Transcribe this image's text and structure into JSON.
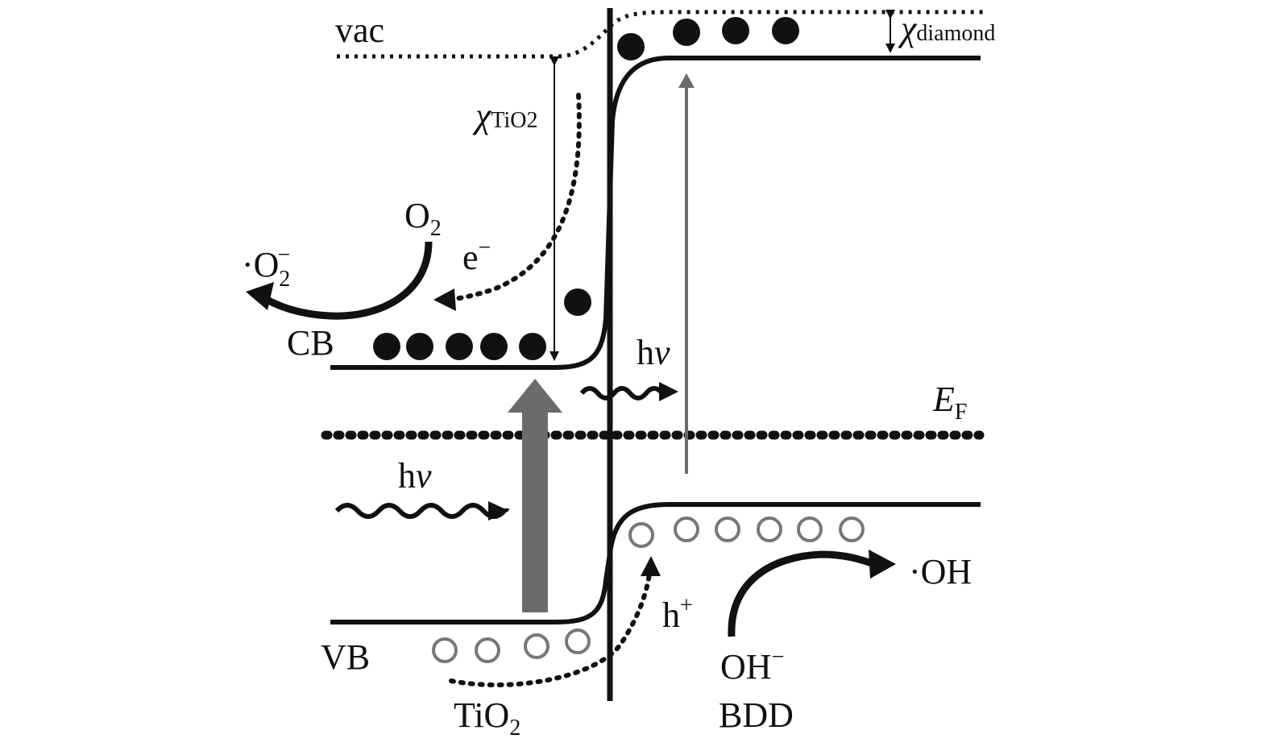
{
  "labels": {
    "vac": "vac",
    "chi_symbol": "χ",
    "chi_tio2_sub": "TiO2",
    "chi_diamond_sub": "diamond",
    "o2_base": "O",
    "o2_sub": "2",
    "superoxide_prefix": "·O",
    "superoxide_sub": "2",
    "superoxide_sup": "−",
    "electron_base": "e",
    "electron_sup": "−",
    "cb": "CB",
    "hv_h": "h",
    "hv_nu": "ν",
    "ef_base": "E",
    "ef_sub": "F",
    "hole_base": "h",
    "hole_sup": "+",
    "hydroxyl_radical": "·OH",
    "vb": "VB",
    "hydroxide_base": "OH",
    "hydroxide_sup": "−",
    "tio2_base": "TiO",
    "tio2_sub": "2",
    "bdd": "BDD"
  },
  "colors": {
    "ink": "#111111",
    "arrow_gray": "#6b6b6b",
    "hole_stroke": "#777777"
  }
}
